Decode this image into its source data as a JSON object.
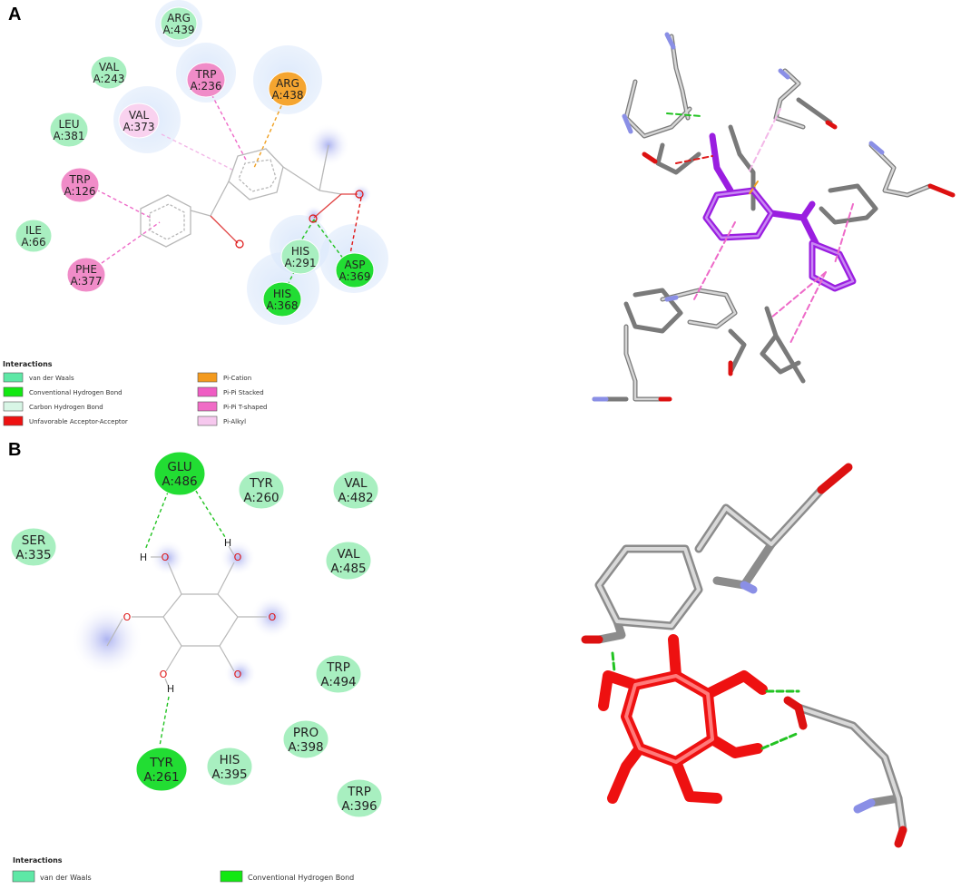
{
  "panel_a": {
    "letter": "A",
    "residues": [
      {
        "name": "ARG",
        "id": "A:439",
        "color": "#a8efc0"
      },
      {
        "name": "VAL",
        "id": "A:243",
        "color": "#a8efc0"
      },
      {
        "name": "TRP",
        "id": "A:236",
        "color": "#f08cc8"
      },
      {
        "name": "ARG",
        "id": "A:438",
        "color": "#f5a530"
      },
      {
        "name": "LEU",
        "id": "A:381",
        "color": "#a8efc0"
      },
      {
        "name": "VAL",
        "id": "A:373",
        "color": "#f9d2ef"
      },
      {
        "name": "TRP",
        "id": "A:126",
        "color": "#f08cc8"
      },
      {
        "name": "ILE",
        "id": "A:66",
        "color": "#a8efc0"
      },
      {
        "name": "HIS",
        "id": "A:291",
        "color": "#a8efc0"
      },
      {
        "name": "ASP",
        "id": "A:369",
        "color": "#22dd33"
      },
      {
        "name": "PHE",
        "id": "A:377",
        "color": "#f08cc8"
      },
      {
        "name": "HIS",
        "id": "A:368",
        "color": "#22dd33"
      }
    ],
    "legend": {
      "title": "Interactions",
      "items": [
        {
          "label": "van der Waals",
          "color": "#5ee8a6"
        },
        {
          "label": "Conventional Hydrogen Bond",
          "color": "#12e812"
        },
        {
          "label": "Carbon Hydrogen Bond",
          "color": "#d8f6e6"
        },
        {
          "label": "Unfavorable Acceptor-Acceptor",
          "color": "#ee1111"
        },
        {
          "label": "Pi-Cation",
          "color": "#f39a1e"
        },
        {
          "label": "Pi-Pi Stacked",
          "color": "#ef5cc3"
        },
        {
          "label": "Pi-Pi T-shaped",
          "color": "#f06cc6"
        },
        {
          "label": "Pi-Alkyl",
          "color": "#f6c8ee"
        }
      ]
    }
  },
  "panel_b": {
    "letter": "B",
    "residues": [
      {
        "name": "GLU",
        "id": "A:486",
        "color": "#22dd33"
      },
      {
        "name": "TYR",
        "id": "A:260",
        "color": "#a8efc0"
      },
      {
        "name": "VAL",
        "id": "A:482",
        "color": "#a8efc0"
      },
      {
        "name": "SER",
        "id": "A:335",
        "color": "#a8efc0"
      },
      {
        "name": "VAL",
        "id": "A:485",
        "color": "#a8efc0"
      },
      {
        "name": "TRP",
        "id": "A:494",
        "color": "#a8efc0"
      },
      {
        "name": "PRO",
        "id": "A:398",
        "color": "#a8efc0"
      },
      {
        "name": "TYR",
        "id": "A:261",
        "color": "#22dd33"
      },
      {
        "name": "HIS",
        "id": "A:395",
        "color": "#a8efc0"
      },
      {
        "name": "TRP",
        "id": "A:396",
        "color": "#a8efc0"
      }
    ],
    "atoms": {
      "O": "O",
      "H": "H"
    },
    "legend": {
      "title": "Interactions",
      "items": [
        {
          "label": "van der Waals",
          "color": "#5ee8a6"
        },
        {
          "label": "Conventional Hydrogen Bond",
          "color": "#12e812"
        }
      ]
    }
  },
  "colors": {
    "hbond": "#22c322",
    "unfavorable": "#e01818",
    "pi_stack": "#ee6ac8",
    "pi_cation": "#f0a020",
    "pi_alkyl": "#f3b8e8",
    "ligand_a": "#9a1ee0",
    "ligand_b": "#ee1111",
    "stick_gray": "#777777",
    "nitrogen": "#8a8fe6",
    "oxygen": "#dd1111"
  }
}
